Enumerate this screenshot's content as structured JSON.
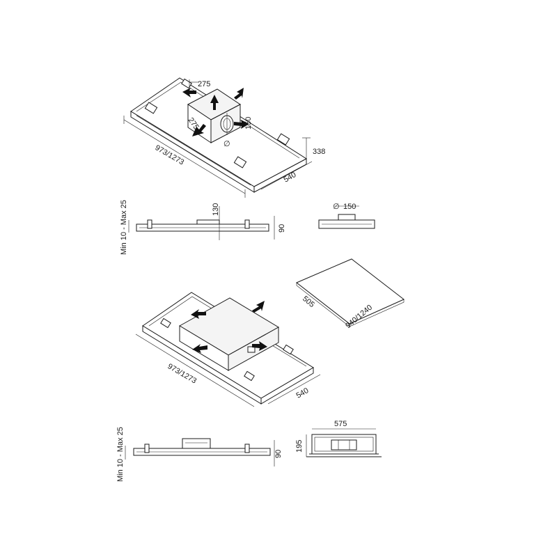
{
  "dimensions": {
    "top_duct_width": "275",
    "top_duct_depth": "275",
    "top_outlet": "150",
    "top_length": "973/1273",
    "top_depth": "540",
    "top_height": "338",
    "side_min_max": "Min 10 - Max 25",
    "side_spigot": "130",
    "side_thickness": "90",
    "front_diameter_symbol": "∅",
    "front_diameter": "150",
    "panel_width": "505",
    "panel_length": "940/1240",
    "mid_length": "973/1273",
    "mid_depth": "540",
    "bottom_min_max": "Min 10 - Max 25",
    "bottom_thickness": "90",
    "bottom_width": "575",
    "bottom_height": "195"
  },
  "icons": [
    "airflow-arrow-icon",
    "diameter-symbol-icon"
  ]
}
